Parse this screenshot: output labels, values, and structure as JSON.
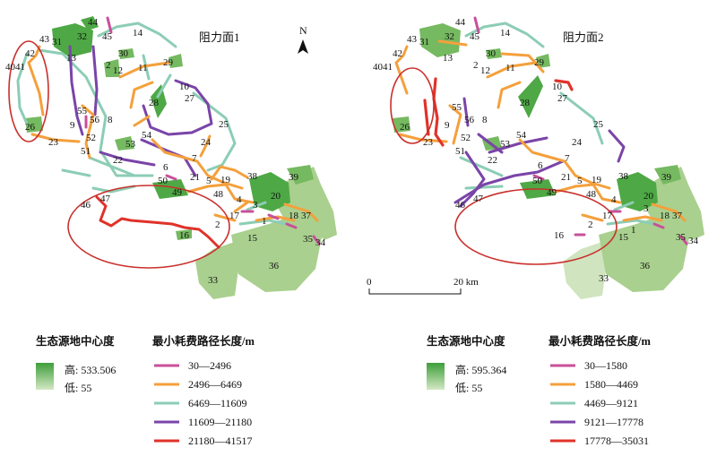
{
  "panels": [
    {
      "id": "panel1",
      "title": "阻力面1",
      "source_legend": {
        "title": "生态源地中心度",
        "high_label": "高: 533.506",
        "low_label": "低: 55"
      },
      "path_legend": {
        "title": "最小耗费路径长度/m",
        "classes": [
          {
            "label": "30—2496",
            "color": "#c8509a"
          },
          {
            "label": "2496—6469",
            "color": "#f4a03c"
          },
          {
            "label": "6469—11609",
            "color": "#8ccdb5"
          },
          {
            "label": "11609—21180",
            "color": "#7a44a8"
          },
          {
            "label": "21180—41517",
            "color": "#e0322a"
          }
        ]
      }
    },
    {
      "id": "panel2",
      "title": "阻力面2",
      "source_legend": {
        "title": "生态源地中心度",
        "high_label": "高: 595.364",
        "low_label": "低: 55"
      },
      "path_legend": {
        "title": "最小耗费路径长度/m",
        "classes": [
          {
            "label": "30—1580",
            "color": "#c8509a"
          },
          {
            "label": "1580—4469",
            "color": "#f4a03c"
          },
          {
            "label": "4469—9121",
            "color": "#8ccdb5"
          },
          {
            "label": "9121—17778",
            "color": "#7a44a8"
          },
          {
            "label": "17778—35031",
            "color": "#e0322a"
          }
        ]
      }
    }
  ],
  "north_label": "N",
  "scale_bar": {
    "start": "0",
    "end": "20 km"
  },
  "node_labels": {
    "n44": "44",
    "n32": "32",
    "n45": "45",
    "n14": "14",
    "n43": "43",
    "n31": "31",
    "n42": "42",
    "n4041": "4041",
    "n13": "13",
    "n30": "30",
    "n2": "2",
    "n12": "12",
    "n11": "11",
    "n29": "29",
    "n10": "10",
    "n27": "27",
    "n28": "28",
    "n55": "55",
    "n56": "56",
    "n8": "8",
    "n9": "9",
    "n25": "25",
    "n26": "26",
    "n23": "23",
    "n52": "52",
    "n51": "51",
    "n53": "53",
    "n54": "54",
    "n24": "24",
    "n22": "22",
    "n7": "7",
    "n6": "6",
    "n50": "50",
    "n21": "21",
    "n5": "5",
    "n19": "19",
    "n38": "38",
    "n39": "39",
    "n49": "49",
    "n48": "48",
    "n4": "4",
    "n20": "20",
    "n46": "46",
    "n47": "47",
    "n3": "3",
    "n17": "17",
    "n1": "1",
    "n18": "18",
    "n37": "37",
    "n16": "16",
    "n15": "15",
    "n35": "35",
    "n34": "34",
    "n36": "36",
    "n33": "33"
  },
  "colors": {
    "high_green": "#3e9e3a",
    "low_green": "#d3e8c4",
    "land_light": "#a9d08e",
    "land_mid": "#75b960",
    "highlight_ellipse": "#c9302c",
    "text": "#111111"
  }
}
